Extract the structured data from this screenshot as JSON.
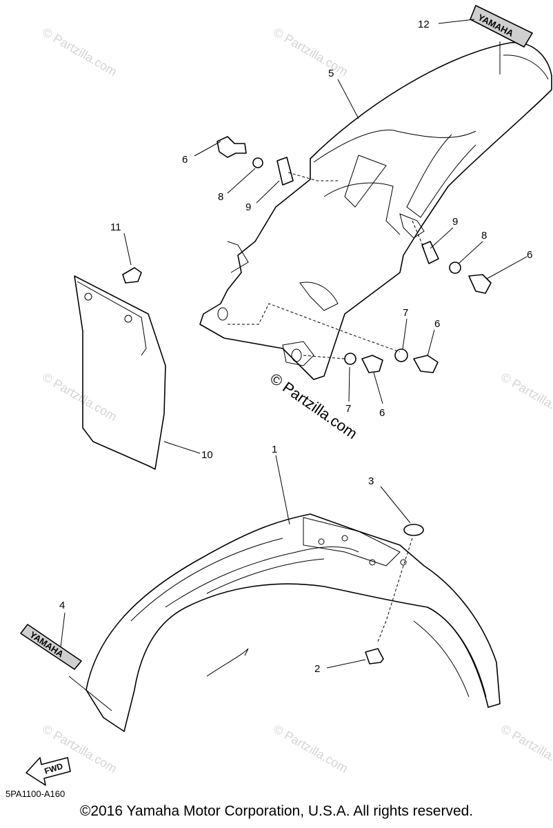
{
  "diagram": {
    "callouts": [
      "1",
      "2",
      "3",
      "4",
      "5",
      "6",
      "6",
      "6",
      "6",
      "7",
      "7",
      "8",
      "8",
      "9",
      "9",
      "10",
      "11",
      "12"
    ],
    "decal_text": "YAMAHA",
    "fwd_label": "FWD",
    "watermark_center": "© Partzilla.com",
    "watermark_tile": "© Partzilla.com",
    "diagram_code": "5PA1100-A160",
    "copyright": "©2016 Yamaha Motor Corporation, U.S.A. All rights reserved."
  }
}
